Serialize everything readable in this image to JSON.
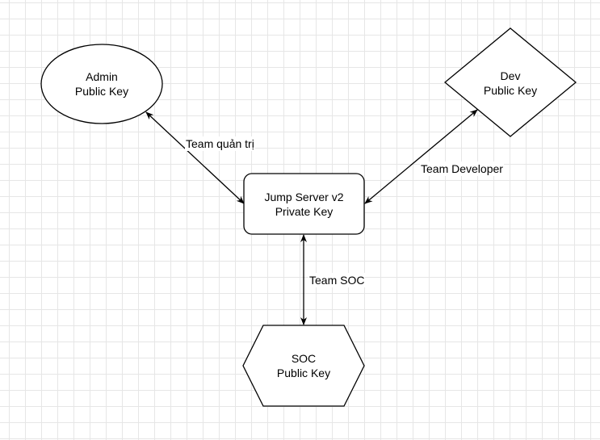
{
  "nodes": {
    "admin": {
      "line1": "Admin",
      "line2": "Public Key"
    },
    "dev": {
      "line1": "Dev",
      "line2": "Public Key"
    },
    "jump": {
      "line1": "Jump Server v2",
      "line2": "Private Key"
    },
    "soc": {
      "line1": "SOC",
      "line2": "Public Key"
    }
  },
  "edges": {
    "admin_jump": "Team quản trị",
    "dev_jump": "Team Developer",
    "soc_jump": "Team SOC"
  },
  "colors": {
    "stroke": "#000000",
    "fill": "#ffffff",
    "grid": "#e6e6e6"
  }
}
